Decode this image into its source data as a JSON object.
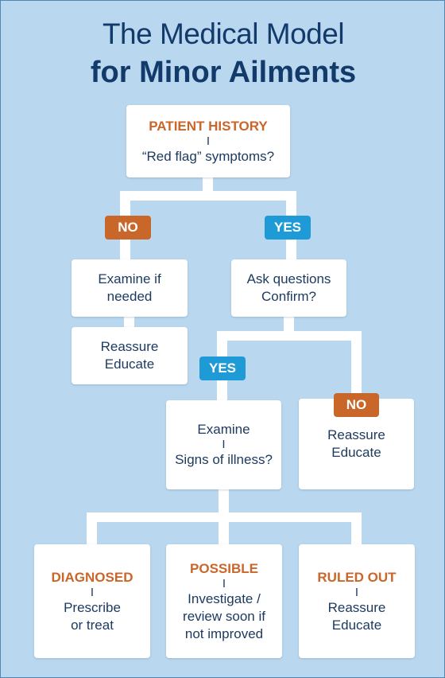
{
  "title": {
    "line1": "The Medical Model",
    "line2": "for Minor Ailments"
  },
  "colors": {
    "background": "#b9d7ee",
    "title": "#123a6a",
    "header": "#c9662a",
    "no_pill": "#c9662a",
    "yes_pill": "#1e9ad6",
    "connector": "#ffffff"
  },
  "nodes": {
    "patient_history": {
      "header": "PATIENT HISTORY",
      "separator": "I",
      "text": "“Red flag” symptoms?"
    },
    "examine_if_needed": {
      "text": "Examine if\nneeded"
    },
    "reassure_left": {
      "text": "Reassure\nEducate"
    },
    "ask_questions": {
      "text": "Ask questions\nConfirm?"
    },
    "examine": {
      "header": "Examine",
      "separator": "I",
      "text": "Signs of illness?"
    },
    "reassure_right": {
      "text": "Reassure\nEducate"
    },
    "diagnosed": {
      "header": "DIAGNOSED",
      "separator": "I",
      "text": "Prescribe\nor treat"
    },
    "possible": {
      "header": "POSSIBLE",
      "separator": "I",
      "text": "Investigate /\nreview soon if\nnot improved"
    },
    "ruled_out": {
      "header": "RULED OUT",
      "separator": "I",
      "text": "Reassure\nEducate"
    }
  },
  "labels": {
    "no_top": "NO",
    "yes_top": "YES",
    "yes_mid": "YES",
    "no_mid": "NO"
  }
}
